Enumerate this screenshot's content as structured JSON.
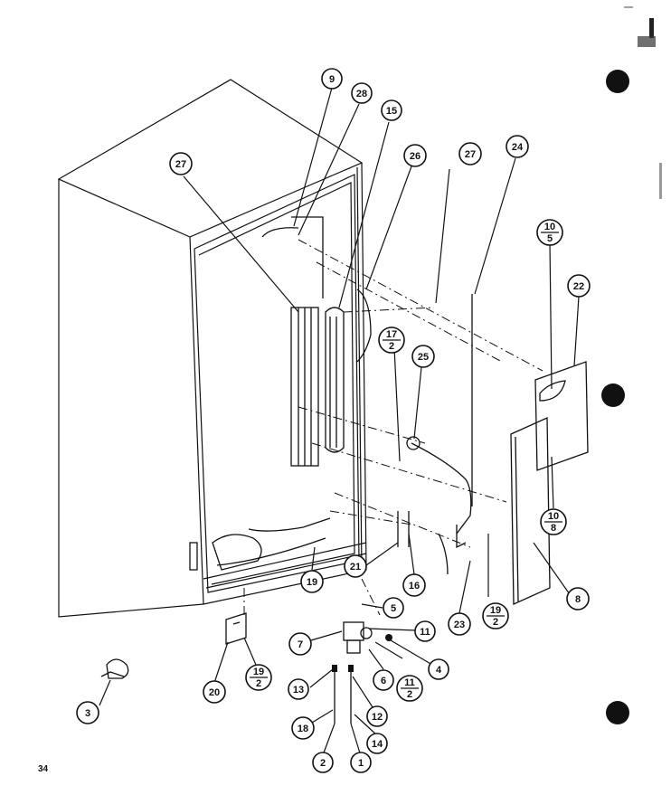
{
  "page_number": "34",
  "callouts": {
    "c1": "1",
    "c2": "2",
    "c3": "3",
    "c4": "4",
    "c5": "5",
    "c6": "6",
    "c7": "7",
    "c8": "8",
    "c9": "9",
    "c11": "11",
    "c12": "12",
    "c13": "13",
    "c14": "14",
    "c15": "15",
    "c16": "16",
    "c18": "18",
    "c19": "19",
    "c20": "20",
    "c21": "21",
    "c22": "22",
    "c23": "23",
    "c24": "24",
    "c25": "25",
    "c26": "26",
    "c27a": "27",
    "c27b": "27",
    "c28": "28"
  },
  "fractions": {
    "f10_5": {
      "top": "10",
      "bottom": "5"
    },
    "f10_8": {
      "top": "10",
      "bottom": "8"
    },
    "f17_2": {
      "top": "17",
      "bottom": "2"
    },
    "f19_2a": {
      "top": "19",
      "bottom": "2"
    },
    "f19_2b": {
      "top": "19",
      "bottom": "2"
    },
    "f11_2": {
      "top": "11",
      "bottom": "2"
    }
  }
}
